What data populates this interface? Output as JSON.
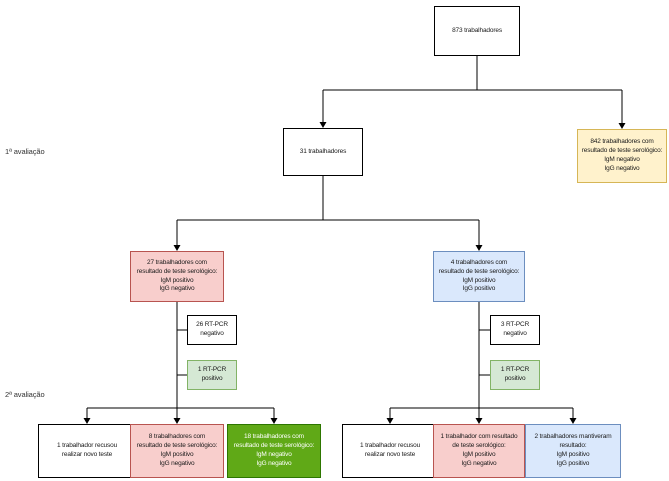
{
  "diagram": {
    "type": "flowchart",
    "language": "pt",
    "labels": {
      "evaluation1": "1ª avaliação",
      "evaluation2": "2ª avaliação"
    },
    "nodes": {
      "total": "873 trabalhadores",
      "followup": "31 trabalhadores",
      "negative842": "842 trabalhadores com\nresultado de teste serológico:\nIgM negativo\nIgG negativo",
      "igmPos27": "27 trabalhadores com\nresultado de teste serológico:\nIgM positivo\nIgG negativo",
      "igmIggPos4": "4 trabalhadores com\nresultado de teste serológico:\nIgM positivo\nIgG positivo",
      "rtpcrNeg26": "26 RT-PCR\nnegativo",
      "rtpcrPos1Left": "1 RT-PCR\npositivo",
      "rtpcrNeg3": "3 RT-PCR\nnegativo",
      "rtpcrPos1Right": "1 RT-PCR\npositivo",
      "refusedLeft": "1 trabalhador recusou\nrealizar novo teste",
      "stillPos8": "8 trabalhadores com\nresultado de teste serológico:\nIgM positivo\nIgG negativo",
      "nowNeg18": "18 trabalhadores com\nresultado de teste serológico:\nIgM negativo\nIgG negativo",
      "refusedRight": "1 trabalhador recusou\nrealizar novo teste",
      "igmPos1": "1 trabalhador com resultado\nde teste serológico:\nIgM positivo\nIgG negativo",
      "maintained2": "2 trabalhadores mantiveram\nresultado:\nIgM positivo\nIgG positivo"
    },
    "colors": {
      "white_node_fill": "#ffffff",
      "white_node_border": "#000000",
      "yellow_fill": "#fff2cc",
      "yellow_border": "#d6b656",
      "pink_fill": "#f8cecc",
      "pink_border": "#b85450",
      "blue_fill": "#dae8fc",
      "blue_border": "#6c8ebf",
      "green_light_fill": "#d5e8d4",
      "green_light_border": "#82b366",
      "green_dark_fill": "#60a917",
      "green_dark_border": "#2d7600",
      "connector_color": "#000000"
    }
  }
}
